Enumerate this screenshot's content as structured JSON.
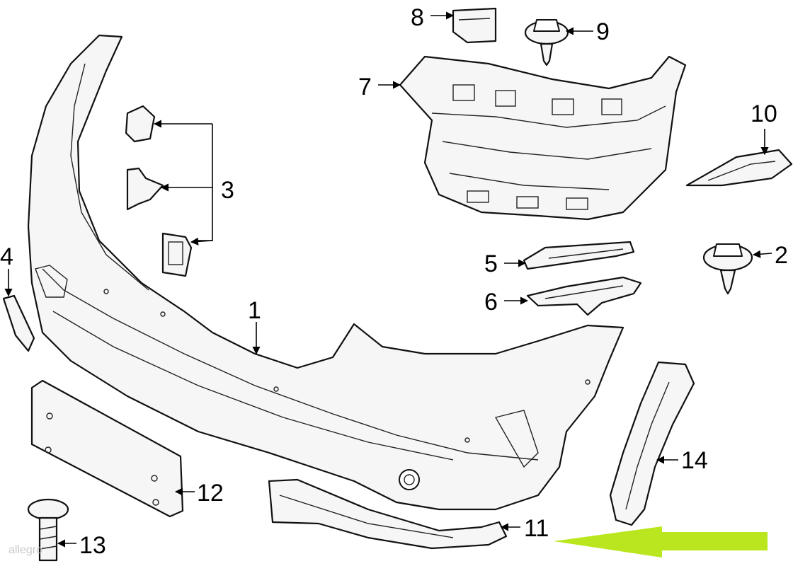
{
  "diagram": {
    "callouts": [
      "1",
      "2",
      "3",
      "4",
      "5",
      "6",
      "7",
      "8",
      "9",
      "10",
      "11",
      "12",
      "13",
      "14"
    ],
    "watermark": "allegro"
  },
  "colors": {
    "line": "#111111",
    "part_fill": "#f6f6f6",
    "highlight_arrow": "#b9e61e",
    "background": "#ffffff"
  }
}
